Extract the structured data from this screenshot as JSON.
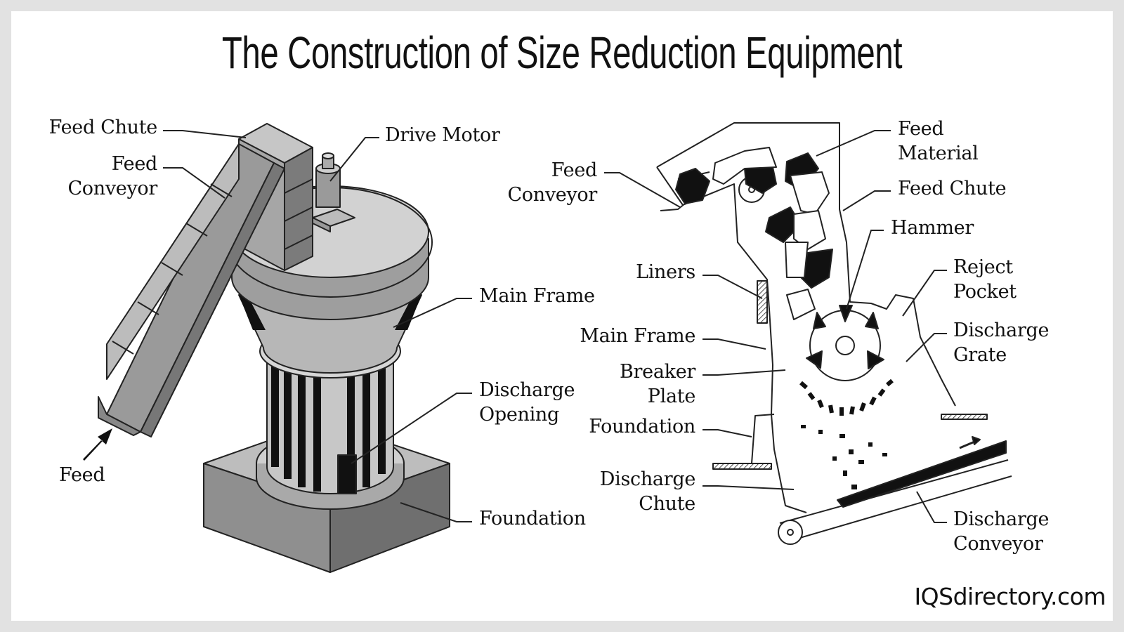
{
  "title": "The Construction of Size Reduction Equipment",
  "watermark": "IQSdirectory.com",
  "left_diagram": {
    "labels": {
      "feed_chute": "Feed Chute",
      "feed_conveyor_1": "Feed",
      "feed_conveyor_2": "Conveyor",
      "drive_motor": "Drive Motor",
      "main_frame": "Main Frame",
      "discharge_opening_1": "Discharge",
      "discharge_opening_2": "Opening",
      "foundation": "Foundation",
      "feed": "Feed"
    }
  },
  "right_diagram": {
    "labels": {
      "feed_conveyor_1": "Feed",
      "feed_conveyor_2": "Conveyor",
      "feed_material_1": "Feed",
      "feed_material_2": "Material",
      "feed_chute": "Feed Chute",
      "hammer": "Hammer",
      "liners": "Liners",
      "reject_pocket_1": "Reject",
      "reject_pocket_2": "Pocket",
      "main_frame": "Main Frame",
      "discharge_grate_1": "Discharge",
      "discharge_grate_2": "Grate",
      "breaker_plate_1": "Breaker",
      "breaker_plate_2": "Plate",
      "foundation": "Foundation",
      "discharge_chute_1": "Discharge",
      "discharge_chute_2": "Chute",
      "discharge_conveyor_1": "Discharge",
      "discharge_conveyor_2": "Conveyor"
    }
  }
}
